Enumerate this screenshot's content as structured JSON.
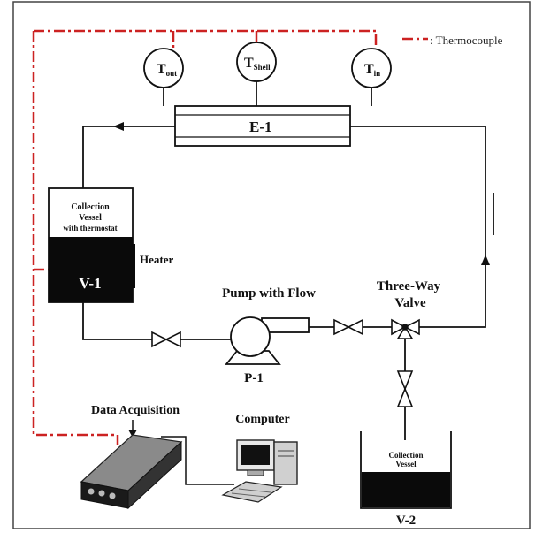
{
  "legend": {
    "text": ": Thermocouple",
    "line_color": "#cc2222"
  },
  "sensors": {
    "tout": {
      "main": "T",
      "sub": "out"
    },
    "tshell": {
      "main": "T",
      "sub": "Shell"
    },
    "tin": {
      "main": "T",
      "sub": "in"
    }
  },
  "exchanger": {
    "label": "E-1"
  },
  "vessel_v1": {
    "line1": "Collection",
    "line2": "Vessel",
    "line3": "with thermostat",
    "tag": "V-1",
    "heater_label": "Heater"
  },
  "pump": {
    "label": "Pump with Flow",
    "tag": "P-1"
  },
  "three_way": {
    "line1": "Three-Way",
    "line2": "Valve"
  },
  "vessel_v2": {
    "line1": "Collection",
    "line2": "Vessel",
    "tag": "V-2"
  },
  "daq": {
    "label": "Data Acquisition"
  },
  "computer": {
    "label": "Computer"
  },
  "colors": {
    "thermocouple": "#cc2222",
    "line": "#111111",
    "fill_dark": "#0a0a0a"
  }
}
